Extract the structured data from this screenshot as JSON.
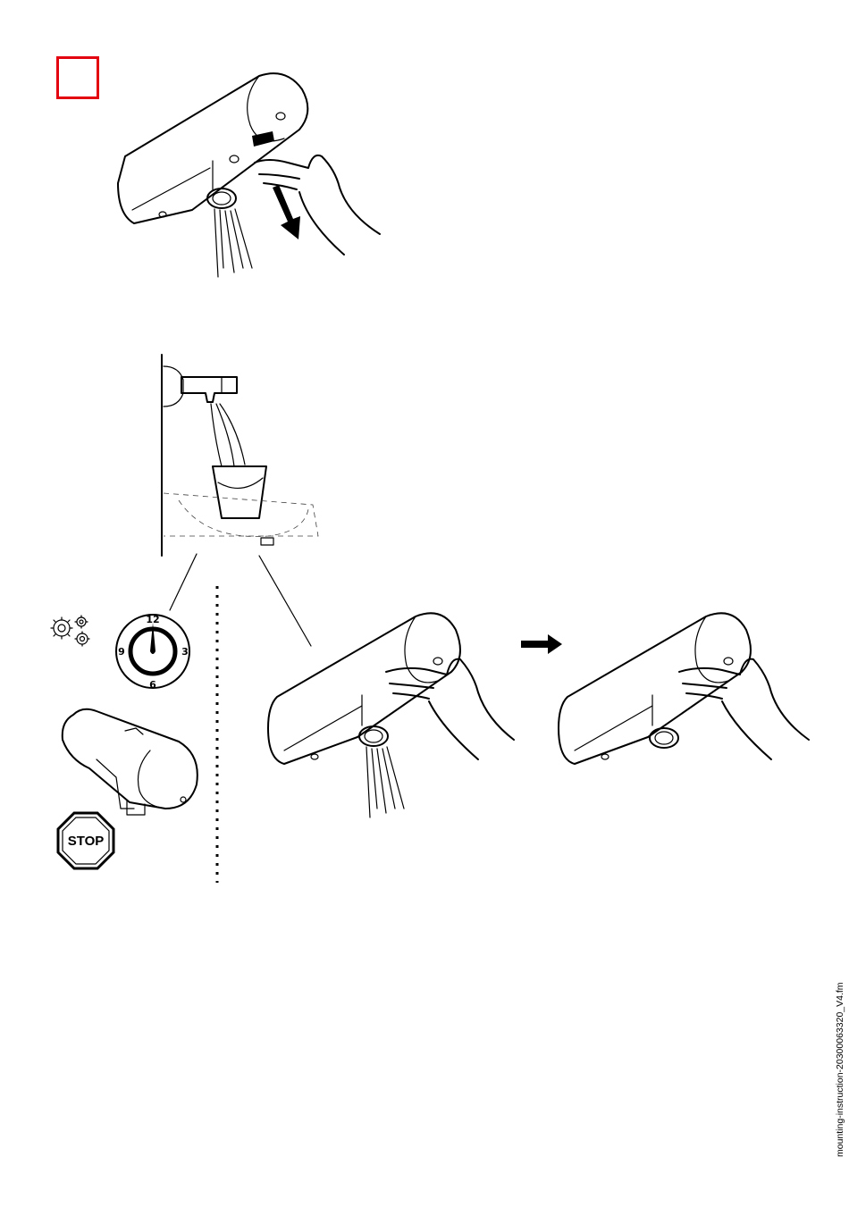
{
  "colors": {
    "marker_red": "#e3000f",
    "ink": "#000000",
    "page": "#ffffff"
  },
  "timer_dial": {
    "n12": "12",
    "n3": "3",
    "n6": "6",
    "n9": "9"
  },
  "stop_sign": {
    "label": "STOP"
  },
  "icons": [
    "settings-gears-icon",
    "arrow-right-icon",
    "arrow-down-icon",
    "stop-sign-icon"
  ],
  "footer": {
    "file_name": "mounting-instruction-20300063320_V4.fm"
  }
}
